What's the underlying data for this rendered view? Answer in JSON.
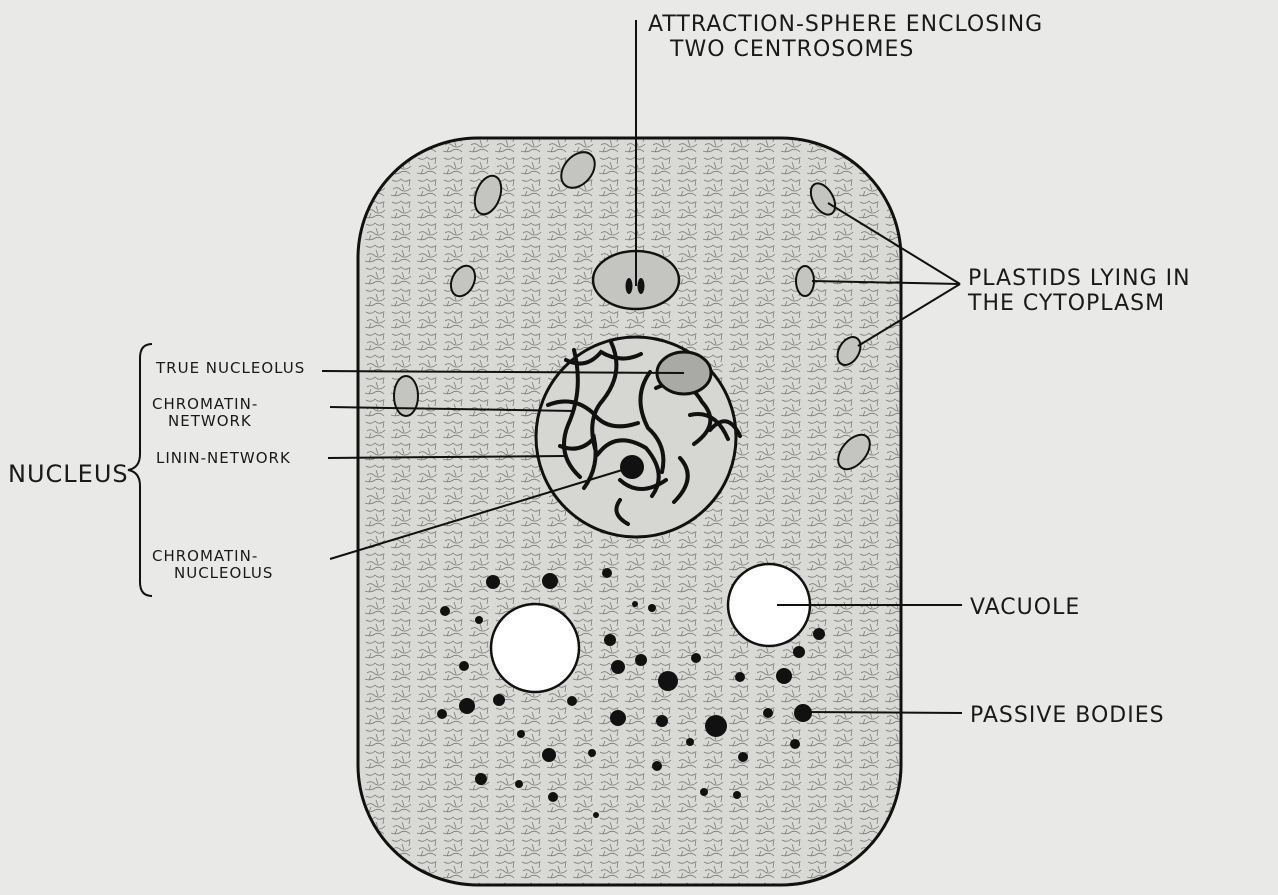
{
  "diagram": {
    "labels": {
      "attraction_line1": "ATTRACTION-SPHERE ENCLOSING",
      "attraction_line2": "TWO CENTROSOMES",
      "plastids_line1": "PLASTIDS LYING IN",
      "plastids_line2": "THE CYTOPLASM",
      "true_nucleolus": "TRUE NUCLEOLUS",
      "chromatin_network_line1": "CHROMATIN-",
      "chromatin_network_line2": "NETWORK",
      "linin_network": "LININ-NETWORK",
      "nucleus": "NUCLEUS",
      "chromatin_nucleolus_line1": "CHROMATIN-",
      "chromatin_nucleolus_line2": "NUCLEOLUS",
      "vacuole": "VACUOLE",
      "passive_bodies": "PASSIVE BODIES"
    },
    "colors": {
      "background": "#e9e9e7",
      "ink": "#111111",
      "cytoplasm": "#d9d9d6",
      "vacuole": "#ffffff"
    }
  }
}
